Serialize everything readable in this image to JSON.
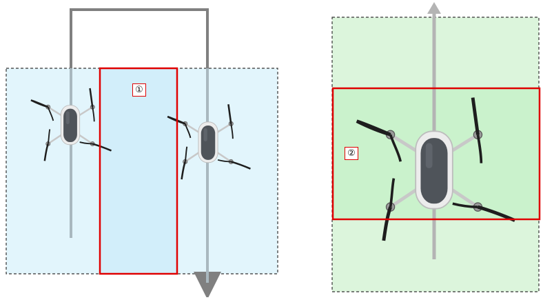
{
  "diagram": {
    "left_panel": {
      "fill": "#e2f5fc",
      "overlap_region": {
        "label": "①",
        "fill": "#d2eefa",
        "outline": "#e00000"
      },
      "flight_path_color": "#808080"
    },
    "right_panel": {
      "fill": "#dcf5dc",
      "overlap_region": {
        "label": "②",
        "fill": "#caf2cc",
        "outline": "#e00000"
      },
      "flight_path_color": "#b4b4b4"
    },
    "drones": [
      {
        "name": "drone-left-1",
        "icon": "quadcopter-drone-icon"
      },
      {
        "name": "drone-left-2",
        "icon": "quadcopter-drone-icon"
      },
      {
        "name": "drone-right-large",
        "icon": "quadcopter-drone-icon"
      }
    ]
  }
}
